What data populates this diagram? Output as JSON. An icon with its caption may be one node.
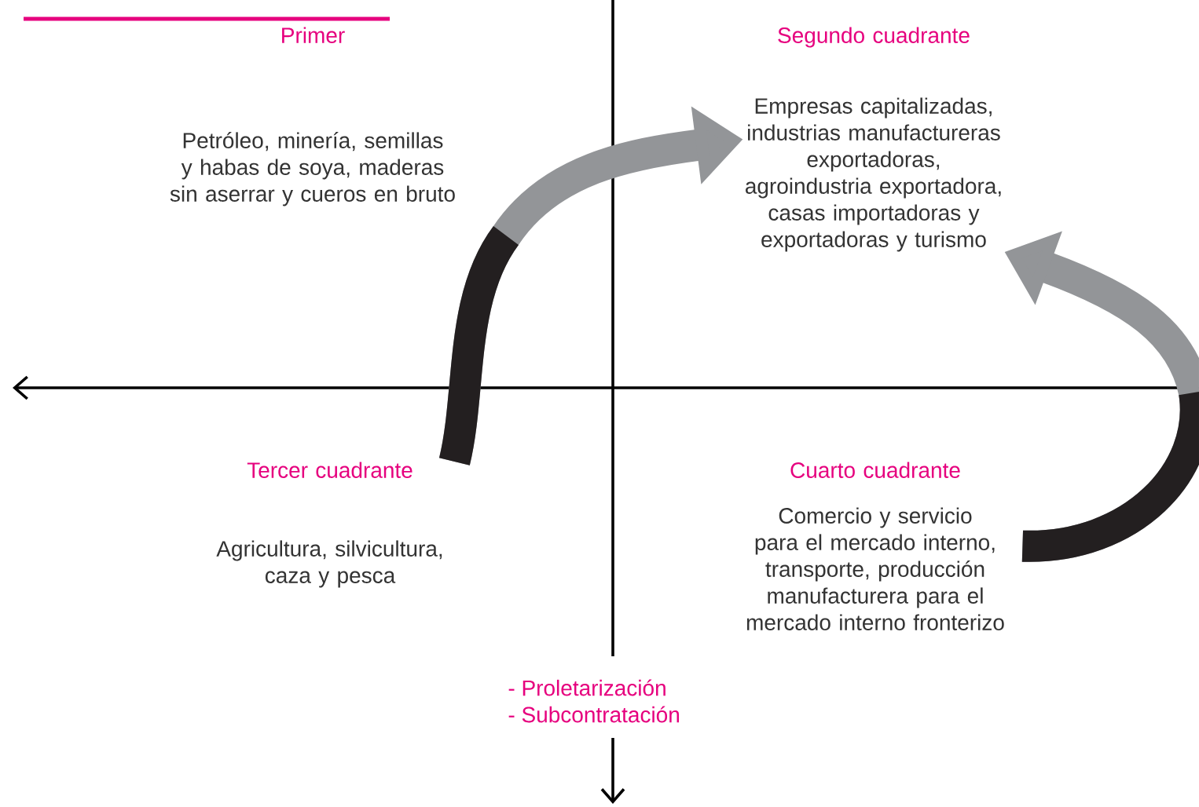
{
  "diagram": {
    "nodes": [
      {
        "text": [
          "Primer",
          "Petróleo, minería, semillas y habas de soya, maderas sin aserrar y cueros en bruto"
        ]
      },
      {
        "text": [
          "Segundo cuadrante",
          "Empresas capitalizadas, industrias manufactureras exportadoras, agroindustria exportadora, casas importadoras y exportadoras y turismo"
        ]
      },
      {
        "text": [
          "Tercer cuadrante",
          "Agricultura, silvicultura, caza y pesca"
        ]
      },
      {
        "text": [
          "Cuarto cuadrante",
          "Comercio y servicio para el mercado interno, transporte, producción manufacturera para el mercado interno fronterizo"
        ]
      }
    ],
    "edges": [
      {
        "from": 2,
        "to": 1,
        "arrow": "to"
      },
      {
        "from": 3,
        "to": 1,
        "arrow": "to"
      }
    ],
    "labels": [
      "- Proletarización",
      "- Subcontratación"
    ]
  }
}
